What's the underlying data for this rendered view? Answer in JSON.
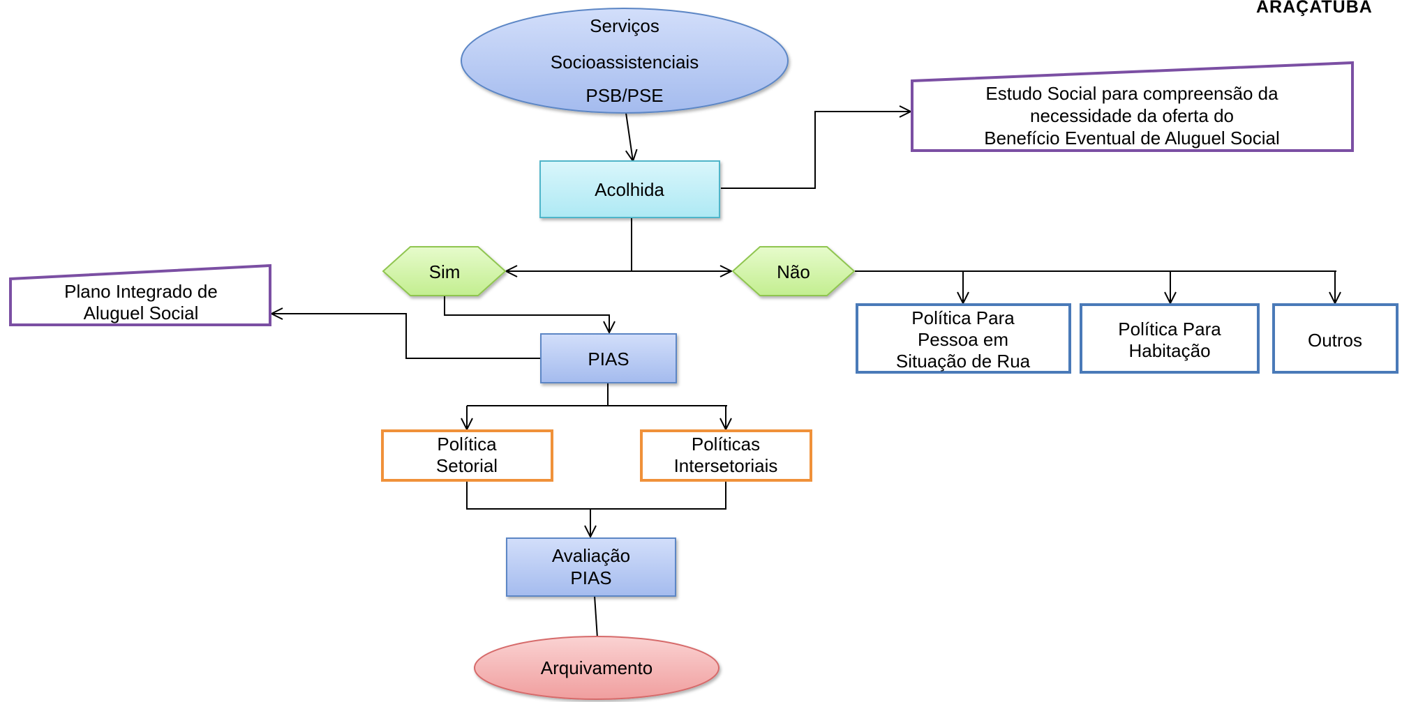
{
  "header": {
    "brand_text": "ARAÇATUBA"
  },
  "colors": {
    "blue_fill": "#b3c7f2",
    "cyan_fill": "#bdeff7",
    "green_fill": "#d3f5a9",
    "red_fill": "#f5b3b3",
    "blue_border": "#4a7ab8",
    "purple_border": "#7b4fa3",
    "orange_border": "#f0913a"
  },
  "nodes": {
    "servicos": {
      "line1": "Serviços",
      "line2": "Socioassistenciais",
      "line3": "PSB/PSE"
    },
    "acolhida": {
      "label": "Acolhida"
    },
    "estudo_social": {
      "line1": "Estudo Social para compreensão da",
      "line2": "necessidade da oferta do",
      "line3": "Benefício Eventual de Aluguel Social"
    },
    "sim": {
      "label": "Sim"
    },
    "nao": {
      "label": "Não"
    },
    "plano_integrado": {
      "line1": "Plano Integrado de",
      "line2": "Aluguel Social"
    },
    "pias": {
      "label": "PIAS"
    },
    "politica_rua": {
      "line1": "Política Para",
      "line2": "Pessoa em",
      "line3": "Situação de Rua"
    },
    "politica_habitacao": {
      "line1": "Política Para",
      "line2": "Habitação"
    },
    "outros": {
      "label": "Outros"
    },
    "politica_setorial": {
      "line1": "Política",
      "line2": "Setorial"
    },
    "politicas_intersetoriais": {
      "line1": "Políticas",
      "line2": "Intersetoriais"
    },
    "avaliacao": {
      "line1": "Avaliação",
      "line2": "PIAS"
    },
    "arquivamento": {
      "label": "Arquivamento"
    }
  }
}
